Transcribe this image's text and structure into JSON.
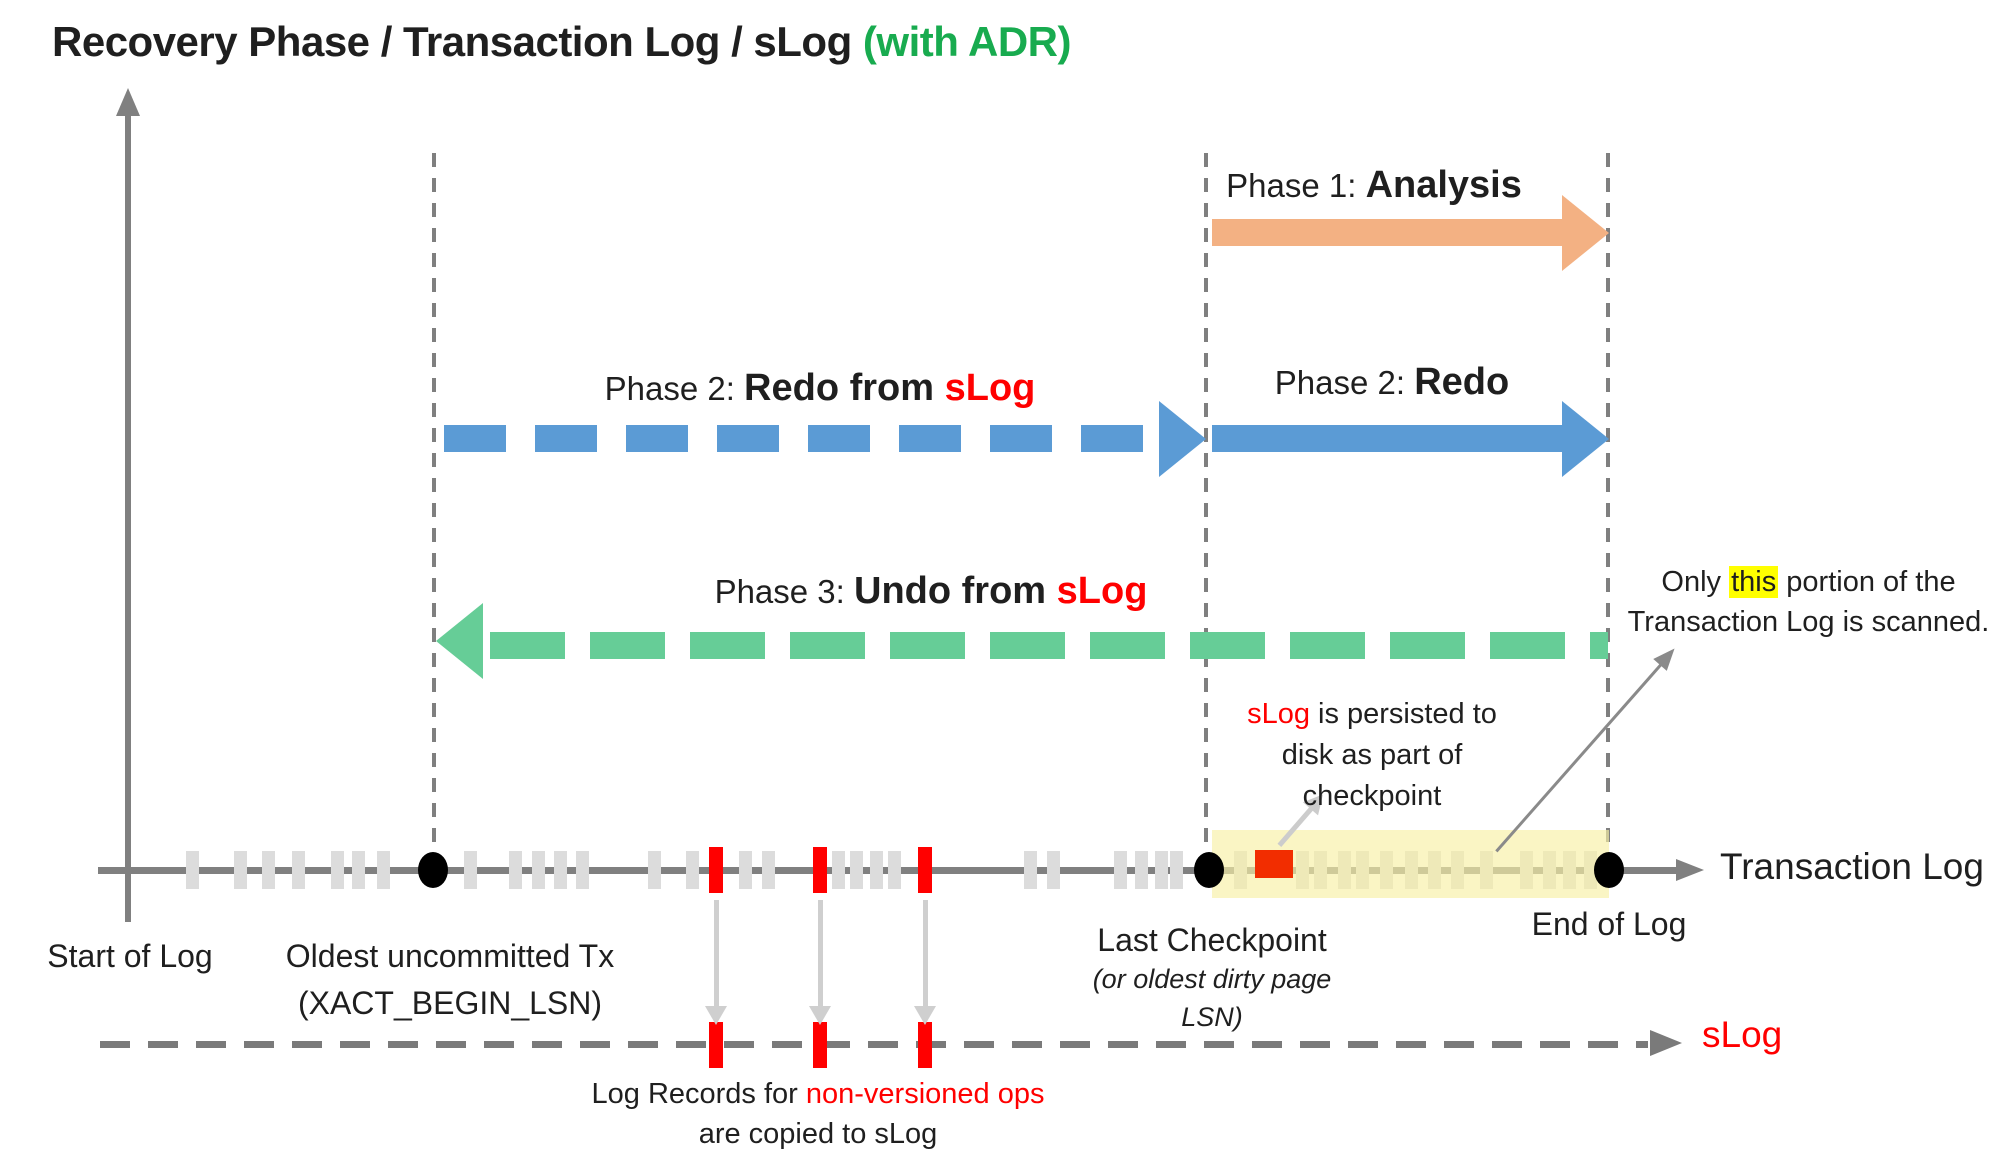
{
  "title": {
    "main": "Recovery Phase / Transaction Log / sLog ",
    "suffix": "(with ADR)"
  },
  "colors": {
    "title_accent_green": "#18ab4f",
    "accent_red": "#ff0000",
    "analysis_arrow_orange": "#f3b183",
    "redo_arrow_blue": "#5b9bd5",
    "undo_arrow_green": "#66cd97",
    "scanned_band_yellow": "#f7f0a5",
    "highlight_yellow": "#ffff00",
    "checkpoint_square_red": "#f22d00",
    "log_gray": "#808080",
    "record_tick_gray": "#dcdcdc"
  },
  "phases": {
    "phase1": {
      "prefix": "Phase 1: ",
      "emph": "Analysis"
    },
    "phase2_slog": {
      "prefix": "Phase 2: ",
      "emph": "Redo from ",
      "accent": "sLog"
    },
    "phase2": {
      "prefix": "Phase 2: ",
      "emph": "Redo"
    },
    "phase3": {
      "prefix": "Phase 3: ",
      "emph": "Undo from ",
      "accent": "sLog"
    }
  },
  "axis_labels": {
    "transaction_log": "Transaction Log",
    "slog": "sLog"
  },
  "markers": {
    "start_of_log": "Start of Log",
    "oldest_tx_line1": "Oldest uncommitted Tx",
    "oldest_tx_line2": "(XACT_BEGIN_LSN)",
    "last_checkpoint": "Last Checkpoint",
    "last_checkpoint_sub1": "(or oldest dirty page",
    "last_checkpoint_sub2": "LSN)",
    "end_of_log": "End of Log"
  },
  "annotations": {
    "scan_note": {
      "pre": "Only ",
      "highlight": "this",
      "post": " portion of the",
      "line2": "Transaction Log is scanned."
    },
    "persist_note": {
      "accent": "sLog",
      "rest1": " is persisted to",
      "line2": "disk as part of",
      "line3": "checkpoint"
    },
    "copy_note": {
      "pre": "Log Records for ",
      "accent": "non-versioned ops",
      "line2": "are copied to sLog"
    }
  },
  "diagram": {
    "gray_record_ticks_x": [
      192,
      240,
      268,
      298,
      337,
      358,
      383,
      470,
      515,
      538,
      560,
      582,
      654,
      692,
      745,
      768,
      838,
      856,
      876,
      894,
      1030,
      1053,
      1120,
      1141,
      1161,
      1176,
      1240,
      1302,
      1320,
      1344,
      1362,
      1386,
      1411,
      1434,
      1457,
      1486,
      1526,
      1549,
      1569,
      1590
    ],
    "nonversioned_ticks_x": [
      716,
      820,
      925
    ],
    "event_dots_x": [
      433,
      1209,
      1609
    ],
    "guide_lines_x": [
      434,
      1206,
      1608
    ]
  }
}
